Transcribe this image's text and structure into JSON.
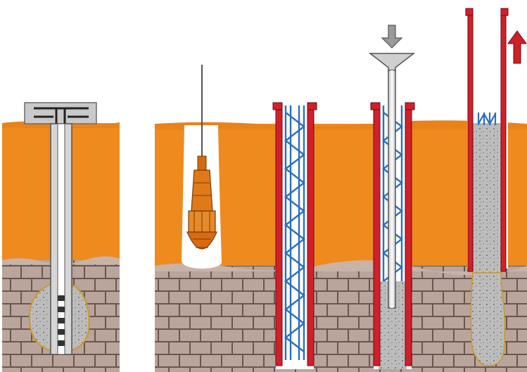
{
  "figure": {
    "description_visible_text": "",
    "panels": [
      {
        "id": "anchor",
        "icon": "drill-rod-with-grout-bulb"
      },
      {
        "id": "excavate",
        "icon": "drill-bit"
      },
      {
        "id": "reinforce",
        "icon": "rebar-cage-casing"
      },
      {
        "id": "pour",
        "icon": "tremie-funnel",
        "arrow": "down"
      },
      {
        "id": "extract",
        "icon": "casing-withdrawal",
        "arrow": "up"
      }
    ],
    "colors": {
      "soil_orange": "#ef8a1e",
      "rock_gray": "#b7a39a",
      "rock_joint": "#6e5a52",
      "casing_red": "#d0202a",
      "rebar_blue": "#2a6fc0",
      "concrete_gray": "#b9b9b9",
      "arrow_red": "#d0202a",
      "arrow_gray": "#9a9a9a"
    }
  }
}
